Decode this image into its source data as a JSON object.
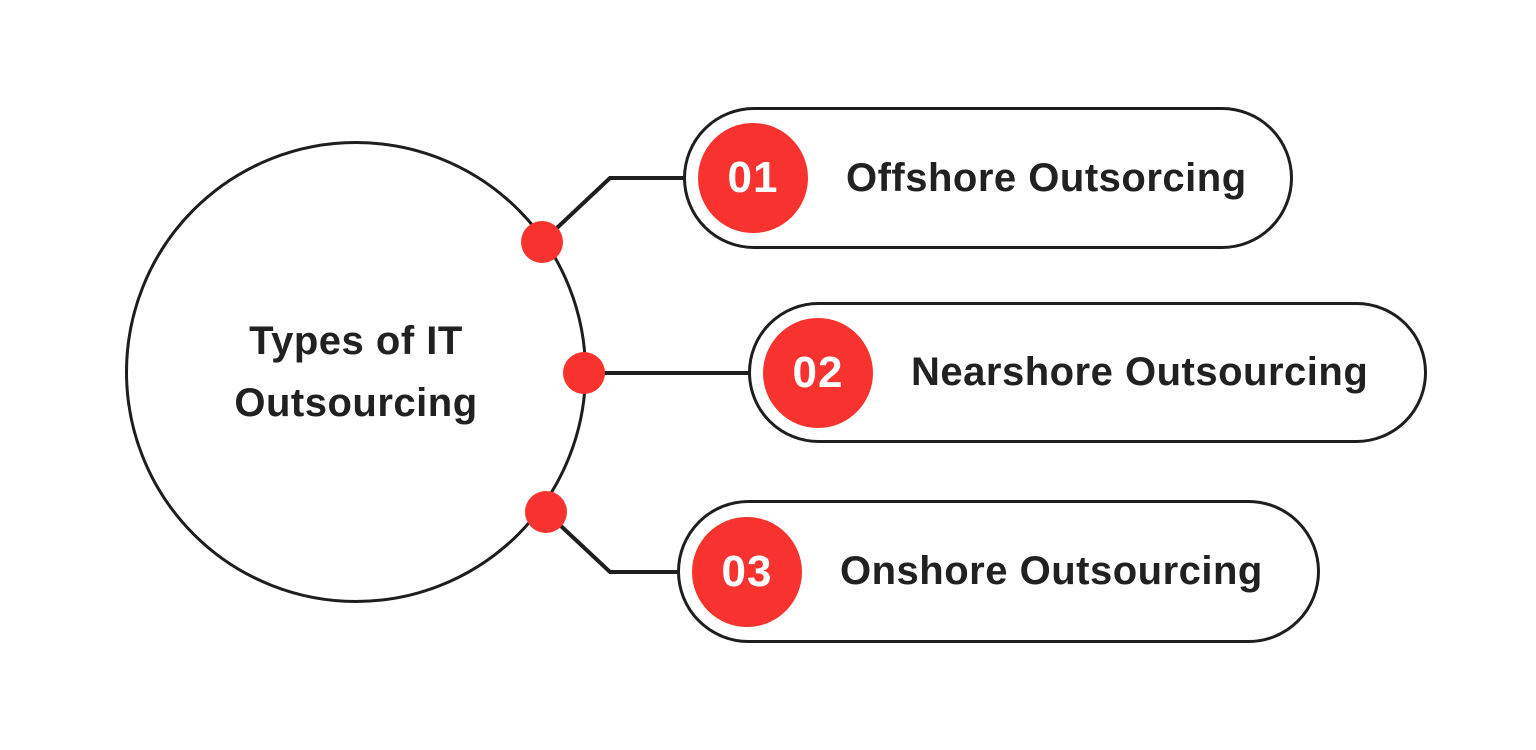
{
  "diagram": {
    "title": {
      "line1": "Types of IT",
      "line2": "Outsourcing"
    },
    "items": [
      {
        "number": "01",
        "label": "Offshore Outsorcing"
      },
      {
        "number": "02",
        "label": "Nearshore Outsourcing"
      },
      {
        "number": "03",
        "label": "Onshore Outsourcing"
      }
    ],
    "colors": {
      "accent_red": "#F8332F",
      "stroke_dark": "#1E1E1E",
      "background": "#FFFFFF",
      "number_text": "#FFFFFF"
    }
  }
}
